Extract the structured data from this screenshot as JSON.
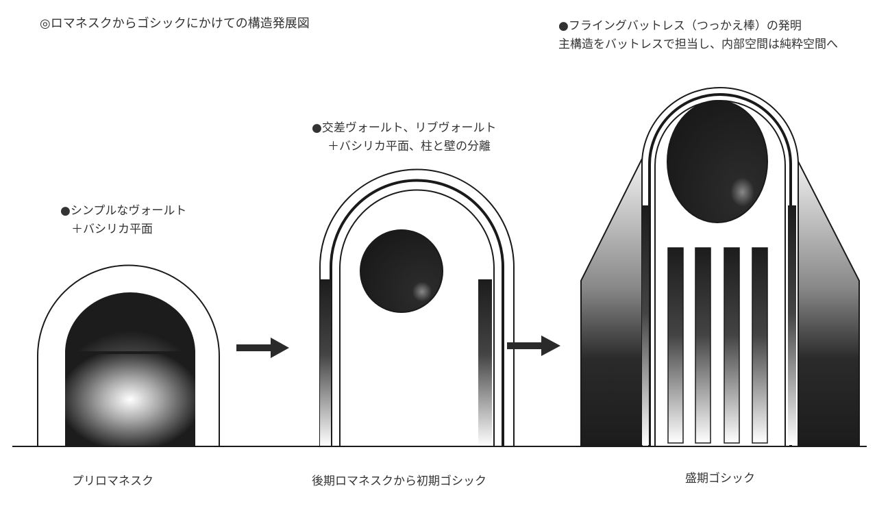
{
  "title": "◎ロマネスクからゴシックにかけての構造発展図",
  "stages": [
    {
      "label": "プリロマネスク",
      "notes": [
        "●シンプルなヴォールト",
        "＋バシリカ平面"
      ]
    },
    {
      "label": "後期ロマネスクから初期ゴシック",
      "notes": [
        "●交差ヴォールト、リブヴォールト",
        "＋バシリカ平面、柱と壁の分離"
      ]
    },
    {
      "label": "盛期ゴシック",
      "notes": [
        "●フライングバットレス（つっかえ棒）の発明",
        "主構造をバットレスで担当し、内部空間は純粋空間へ"
      ]
    }
  ],
  "colors": {
    "ink": "#1a1a1a",
    "paper": "#ffffff"
  }
}
